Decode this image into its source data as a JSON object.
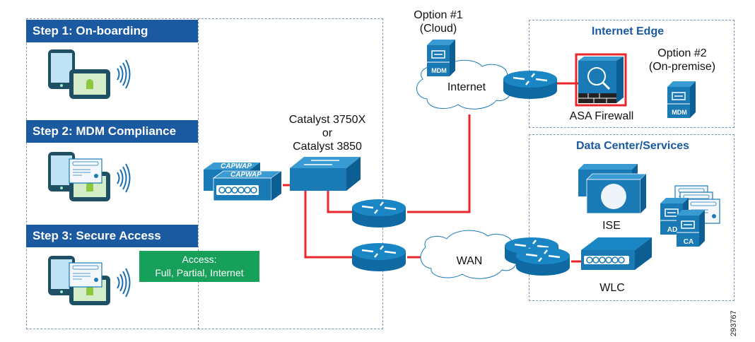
{
  "steps": [
    {
      "label": "Step 1: On-boarding"
    },
    {
      "label": "Step 2: MDM Compliance"
    },
    {
      "label": "Step 3: Secure Access"
    }
  ],
  "access_box": {
    "line1": "Access:",
    "line2": "Full, Partial, Internet",
    "color": "#17a05a"
  },
  "switch_label": {
    "line1": "Catalyst 3750X",
    "line2": "or",
    "line3": "Catalyst 3850"
  },
  "ap_labels": [
    "CAPWAP",
    "CAPWAP"
  ],
  "cloud_option": {
    "line1": "Option #1",
    "line2": "(Cloud)",
    "server_label": "MDM"
  },
  "internet_cloud": {
    "label": "Internet"
  },
  "wan_cloud": {
    "label": "WAN"
  },
  "internet_edge": {
    "title": "Internet Edge",
    "firewall_label": "ASA Firewall",
    "option_line1": "Option #2",
    "option_line2": "(On-premise)",
    "server_label": "MDM"
  },
  "data_center": {
    "title": "Data Center/Services",
    "ise_label": "ISE",
    "wlc_label": "WLC",
    "ad_label": "AD",
    "ca_label": "CA"
  },
  "figure_id": "293767",
  "colors": {
    "brand_blue": "#1b5aa0",
    "device_blue": "#1a7ab6",
    "link_red": "#e8262c",
    "zone_dash": "#7d95b5"
  }
}
